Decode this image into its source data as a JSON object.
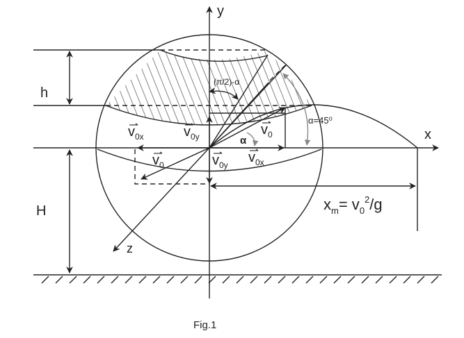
{
  "labels": {
    "y_axis": "y",
    "x_axis": "x",
    "z_axis": "z",
    "h": "h",
    "H": "H",
    "angle_complement": "(π/2)-α",
    "angle_value": "α=45⁰",
    "alpha": "α",
    "v0": "v",
    "v0_sub": "0",
    "v0x_sub": "0x",
    "v0y_sub": "0y",
    "xm_main": "x",
    "xm_sub": "m",
    "xm_eq": "= v",
    "xm_sub0": "0",
    "xm_sup": "2",
    "xm_tail": "/g",
    "caption": "Fig.1"
  }
}
